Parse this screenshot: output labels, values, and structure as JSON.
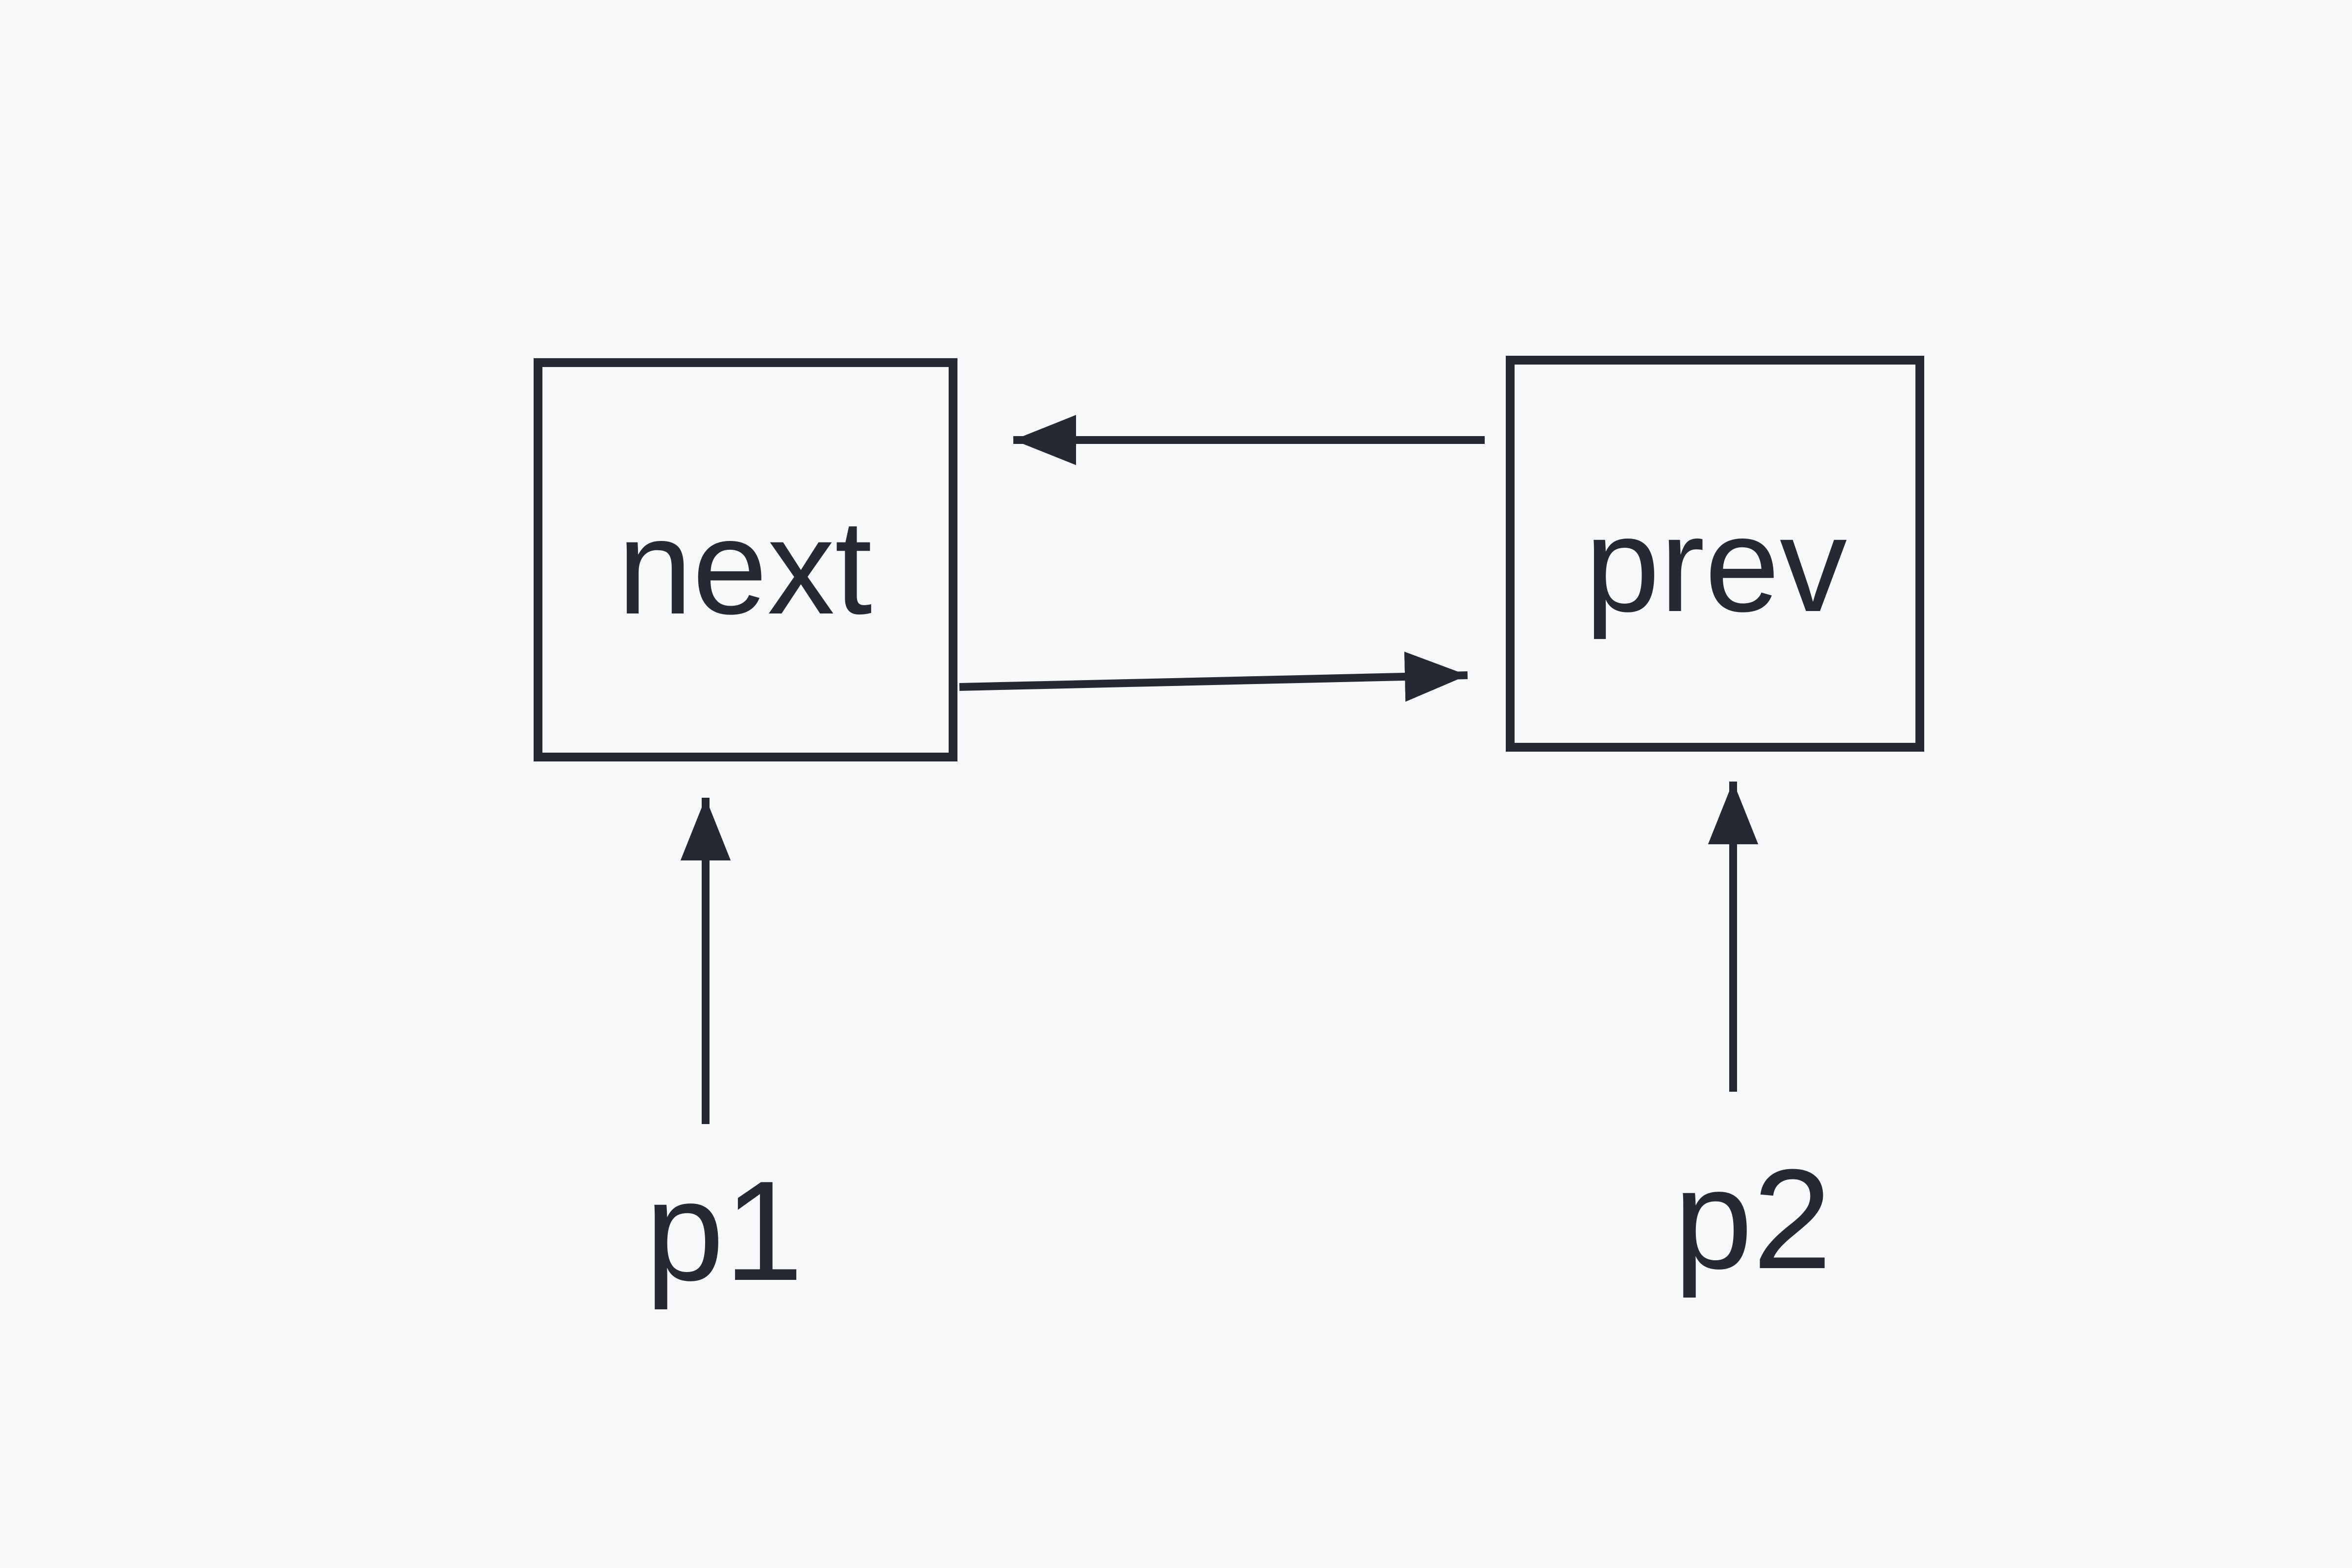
{
  "diagram": {
    "type": "linked-node-pointer-diagram",
    "colors": {
      "ink": "#242933",
      "background": "#f7f8fa"
    },
    "nodes": [
      {
        "id": "next",
        "label": "next"
      },
      {
        "id": "prev",
        "label": "prev"
      }
    ],
    "edges": [
      {
        "from": "prev",
        "to": "next",
        "direction": "left"
      },
      {
        "from": "next",
        "to": "prev",
        "direction": "right"
      }
    ],
    "pointers": [
      {
        "id": "p1",
        "label": "p1",
        "points_to": "next"
      },
      {
        "id": "p2",
        "label": "p2",
        "points_to": "prev"
      }
    ]
  }
}
